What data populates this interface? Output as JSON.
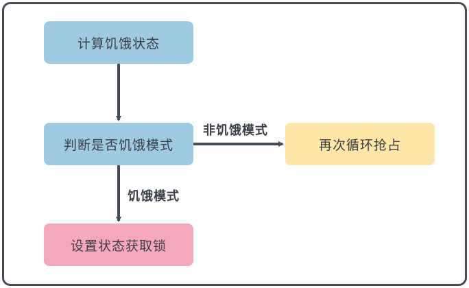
{
  "nodes": {
    "compute": "计算饥饿状态",
    "judge": "判断是否饥饿模式",
    "retry": "再次循环抢占",
    "lock": "设置状态获取锁"
  },
  "edges": {
    "non_hungry": "非饥饿模式",
    "hungry": "饥饿模式"
  },
  "colors": {
    "blue": "#9ecbe2",
    "yellow": "#fde6a6",
    "pink": "#f5a8bc",
    "border": "#464c55",
    "arrow": "#464c55",
    "text": "#3a3f47"
  }
}
